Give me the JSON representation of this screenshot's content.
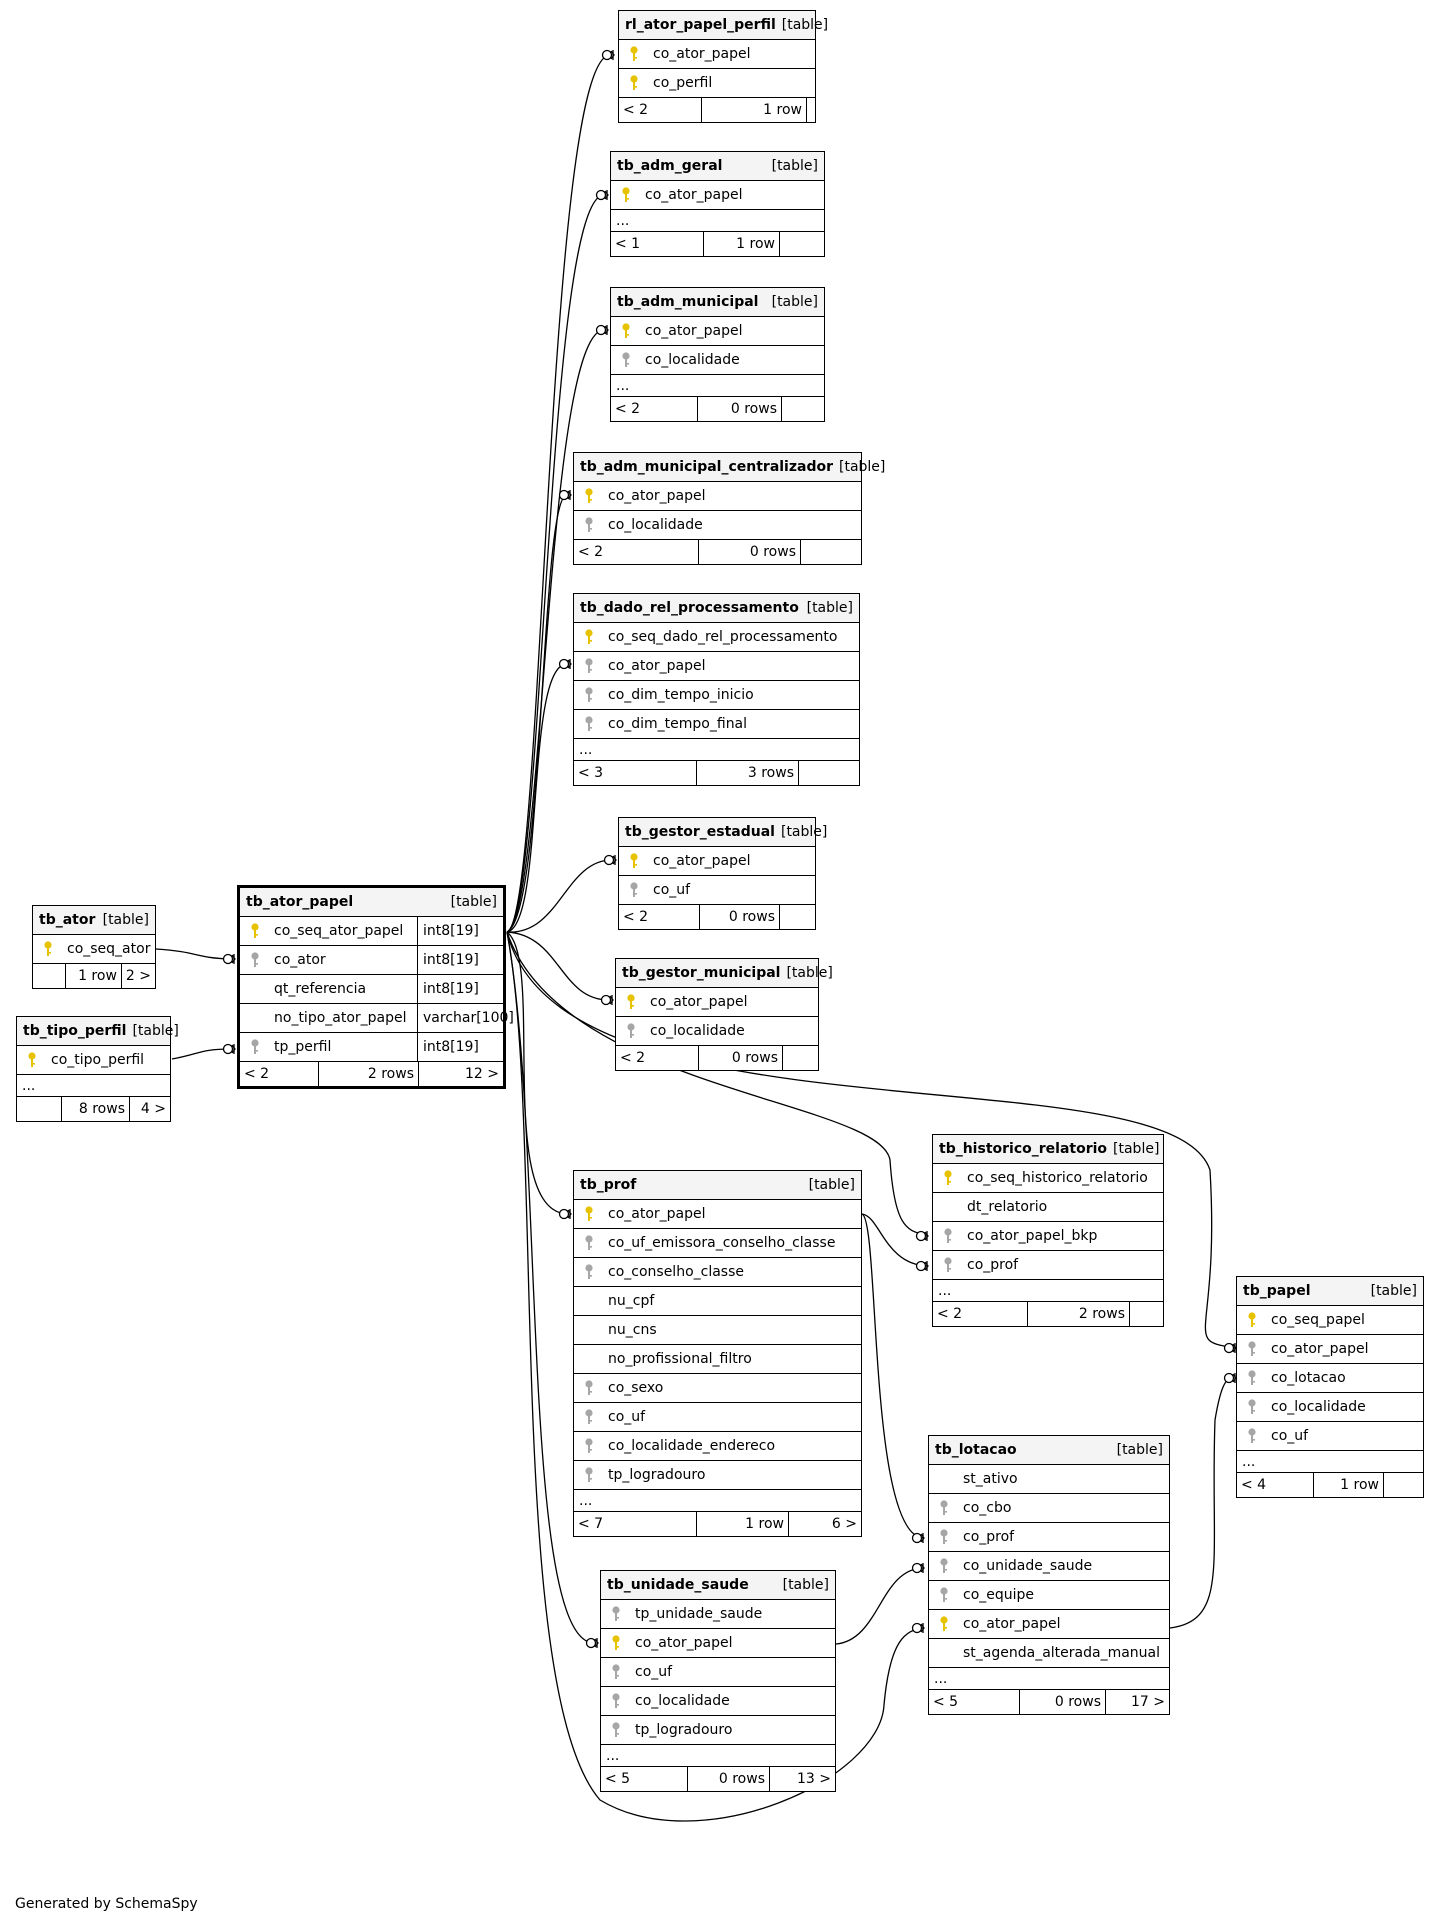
{
  "credit": "Generated by SchemaSpy",
  "colors": {
    "pk": "#e6c200",
    "fk": "#a6a6a6",
    "header_bg": "#f4f4f4",
    "line": "#000000"
  },
  "tables": [
    {
      "id": "rl_ator_papel_perfil",
      "name": "rl_ator_papel_perfil",
      "type": "[table]",
      "columns": [
        {
          "name": "co_ator_papel",
          "key": "pk"
        },
        {
          "name": "co_perfil",
          "key": "pk"
        }
      ],
      "footer": [
        "< 2",
        "1 row",
        ""
      ]
    },
    {
      "id": "tb_adm_geral",
      "name": "tb_adm_geral",
      "type": "[table]",
      "columns": [
        {
          "name": "co_ator_papel",
          "key": "pk"
        }
      ],
      "ellipsis": "...",
      "footer": [
        "< 1",
        "1 row",
        ""
      ]
    },
    {
      "id": "tb_adm_municipal",
      "name": "tb_adm_municipal",
      "type": "[table]",
      "columns": [
        {
          "name": "co_ator_papel",
          "key": "pk"
        },
        {
          "name": "co_localidade",
          "key": "fk"
        }
      ],
      "ellipsis": "...",
      "footer": [
        "< 2",
        "0 rows",
        ""
      ]
    },
    {
      "id": "tb_adm_municipal_centralizador",
      "name": "tb_adm_municipal_centralizador",
      "type": "[table]",
      "columns": [
        {
          "name": "co_ator_papel",
          "key": "pk"
        },
        {
          "name": "co_localidade",
          "key": "fk"
        }
      ],
      "footer": [
        "< 2",
        "0 rows",
        ""
      ]
    },
    {
      "id": "tb_dado_rel_processamento",
      "name": "tb_dado_rel_processamento",
      "type": "[table]",
      "columns": [
        {
          "name": "co_seq_dado_rel_processamento",
          "key": "pk"
        },
        {
          "name": "co_ator_papel",
          "key": "fk"
        },
        {
          "name": "co_dim_tempo_inicio",
          "key": "fk"
        },
        {
          "name": "co_dim_tempo_final",
          "key": "fk"
        }
      ],
      "ellipsis": "...",
      "footer": [
        "< 3",
        "3 rows",
        ""
      ]
    },
    {
      "id": "tb_gestor_estadual",
      "name": "tb_gestor_estadual",
      "type": "[table]",
      "columns": [
        {
          "name": "co_ator_papel",
          "key": "pk"
        },
        {
          "name": "co_uf",
          "key": "fk"
        }
      ],
      "footer": [
        "< 2",
        "0 rows",
        ""
      ]
    },
    {
      "id": "tb_gestor_municipal",
      "name": "tb_gestor_municipal",
      "type": "[table]",
      "columns": [
        {
          "name": "co_ator_papel",
          "key": "pk"
        },
        {
          "name": "co_localidade",
          "key": "fk"
        }
      ],
      "footer": [
        "< 2",
        "0 rows",
        ""
      ]
    },
    {
      "id": "tb_ator",
      "name": "tb_ator",
      "type": "[table]",
      "columns": [
        {
          "name": "co_seq_ator",
          "key": "pk"
        }
      ],
      "footer": [
        "",
        "1 row",
        "2 >"
      ]
    },
    {
      "id": "tb_tipo_perfil",
      "name": "tb_tipo_perfil",
      "type": "[table]",
      "columns": [
        {
          "name": "co_tipo_perfil",
          "key": "pk"
        }
      ],
      "ellipsis": "...",
      "footer": [
        "",
        "8 rows",
        "4 >"
      ]
    },
    {
      "id": "tb_ator_papel",
      "name": "tb_ator_papel",
      "type": "[table]",
      "focus": true,
      "columns": [
        {
          "name": "co_seq_ator_papel",
          "key": "pk",
          "dtype": "int8[19]"
        },
        {
          "name": "co_ator",
          "key": "fk",
          "dtype": "int8[19]"
        },
        {
          "name": "qt_referencia",
          "key": "",
          "dtype": "int8[19]"
        },
        {
          "name": "no_tipo_ator_papel",
          "key": "",
          "dtype": "varchar[100]"
        },
        {
          "name": "tp_perfil",
          "key": "fk",
          "dtype": "int8[19]"
        }
      ],
      "footer": [
        "< 2",
        "2 rows",
        "12 >"
      ]
    },
    {
      "id": "tb_historico_relatorio",
      "name": "tb_historico_relatorio",
      "type": "[table]",
      "columns": [
        {
          "name": "co_seq_historico_relatorio",
          "key": "pk"
        },
        {
          "name": "dt_relatorio",
          "key": ""
        },
        {
          "name": "co_ator_papel_bkp",
          "key": "fk"
        },
        {
          "name": "co_prof",
          "key": "fk"
        }
      ],
      "ellipsis": "...",
      "footer": [
        "< 2",
        "2 rows",
        ""
      ]
    },
    {
      "id": "tb_prof",
      "name": "tb_prof",
      "type": "[table]",
      "columns": [
        {
          "name": "co_ator_papel",
          "key": "pk"
        },
        {
          "name": "co_uf_emissora_conselho_classe",
          "key": "fk"
        },
        {
          "name": "co_conselho_classe",
          "key": "fk"
        },
        {
          "name": "nu_cpf",
          "key": ""
        },
        {
          "name": "nu_cns",
          "key": ""
        },
        {
          "name": "no_profissional_filtro",
          "key": ""
        },
        {
          "name": "co_sexo",
          "key": "fk"
        },
        {
          "name": "co_uf",
          "key": "fk"
        },
        {
          "name": "co_localidade_endereco",
          "key": "fk"
        },
        {
          "name": "tp_logradouro",
          "key": "fk"
        }
      ],
      "ellipsis": "...",
      "footer": [
        "< 7",
        "1 row",
        "6 >"
      ]
    },
    {
      "id": "tb_papel",
      "name": "tb_papel",
      "type": "[table]",
      "columns": [
        {
          "name": "co_seq_papel",
          "key": "pk"
        },
        {
          "name": "co_ator_papel",
          "key": "fk"
        },
        {
          "name": "co_lotacao",
          "key": "fk"
        },
        {
          "name": "co_localidade",
          "key": "fk"
        },
        {
          "name": "co_uf",
          "key": "fk"
        }
      ],
      "ellipsis": "...",
      "footer": [
        "< 4",
        "1 row",
        ""
      ]
    },
    {
      "id": "tb_lotacao",
      "name": "tb_lotacao",
      "type": "[table]",
      "columns": [
        {
          "name": "st_ativo",
          "key": ""
        },
        {
          "name": "co_cbo",
          "key": "fk"
        },
        {
          "name": "co_prof",
          "key": "fk"
        },
        {
          "name": "co_unidade_saude",
          "key": "fk"
        },
        {
          "name": "co_equipe",
          "key": "fk"
        },
        {
          "name": "co_ator_papel",
          "key": "pk"
        },
        {
          "name": "st_agenda_alterada_manual",
          "key": ""
        }
      ],
      "ellipsis": "...",
      "footer": [
        "< 5",
        "0 rows",
        "17 >"
      ]
    },
    {
      "id": "tb_unidade_saude",
      "name": "tb_unidade_saude",
      "type": "[table]",
      "columns": [
        {
          "name": "tp_unidade_saude",
          "key": "fk"
        },
        {
          "name": "co_ator_papel",
          "key": "pk"
        },
        {
          "name": "co_uf",
          "key": "fk"
        },
        {
          "name": "co_localidade",
          "key": "fk"
        },
        {
          "name": "tp_logradouro",
          "key": "fk"
        }
      ],
      "ellipsis": "...",
      "footer": [
        "< 5",
        "0 rows",
        "13 >"
      ]
    }
  ],
  "relationships": [
    {
      "from": "tb_ator_papel",
      "to": "rl_ator_papel_perfil",
      "col": "co_ator_papel"
    },
    {
      "from": "tb_ator_papel",
      "to": "tb_adm_geral",
      "col": "co_ator_papel"
    },
    {
      "from": "tb_ator_papel",
      "to": "tb_adm_municipal",
      "col": "co_ator_papel"
    },
    {
      "from": "tb_ator_papel",
      "to": "tb_adm_municipal_centralizador",
      "col": "co_ator_papel"
    },
    {
      "from": "tb_ator_papel",
      "to": "tb_dado_rel_processamento",
      "col": "co_ator_papel"
    },
    {
      "from": "tb_ator_papel",
      "to": "tb_gestor_estadual",
      "col": "co_ator_papel"
    },
    {
      "from": "tb_ator_papel",
      "to": "tb_gestor_municipal",
      "col": "co_ator_papel"
    },
    {
      "from": "tb_ator",
      "to": "tb_ator_papel",
      "col": "co_ator"
    },
    {
      "from": "tb_tipo_perfil",
      "to": "tb_ator_papel",
      "col": "tp_perfil"
    },
    {
      "from": "tb_ator_papel",
      "to": "tb_prof",
      "col": "co_ator_papel"
    },
    {
      "from": "tb_ator_papel",
      "to": "tb_historico_relatorio",
      "col": "co_ator_papel_bkp"
    },
    {
      "from": "tb_prof",
      "to": "tb_historico_relatorio",
      "col": "co_prof"
    },
    {
      "from": "tb_ator_papel",
      "to": "tb_papel",
      "col": "co_ator_papel"
    },
    {
      "from": "tb_prof",
      "to": "tb_lotacao",
      "col": "co_prof"
    },
    {
      "from": "tb_unidade_saude",
      "to": "tb_lotacao",
      "col": "co_unidade_saude"
    },
    {
      "from": "tb_ator_papel",
      "to": "tb_lotacao",
      "col": "co_ator_papel"
    },
    {
      "from": "tb_lotacao",
      "to": "tb_papel",
      "col": "co_lotacao"
    },
    {
      "from": "tb_ator_papel",
      "to": "tb_unidade_saude",
      "col": "co_ator_papel"
    }
  ]
}
